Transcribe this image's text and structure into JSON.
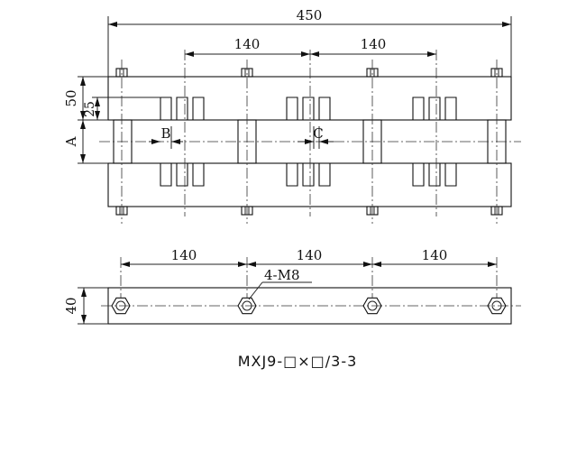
{
  "drawing": {
    "top_view": {
      "overall_length": "450",
      "spacing_1": "140",
      "spacing_2": "140",
      "height_50": "50",
      "height_25": "25",
      "height_A": "A",
      "label_B": "B",
      "label_C": "C"
    },
    "side_view": {
      "spacing_1": "140",
      "spacing_2": "140",
      "spacing_3": "140",
      "height_40": "40",
      "holes": "4-M8"
    },
    "caption": "MXJ9-□×□/3-3"
  }
}
